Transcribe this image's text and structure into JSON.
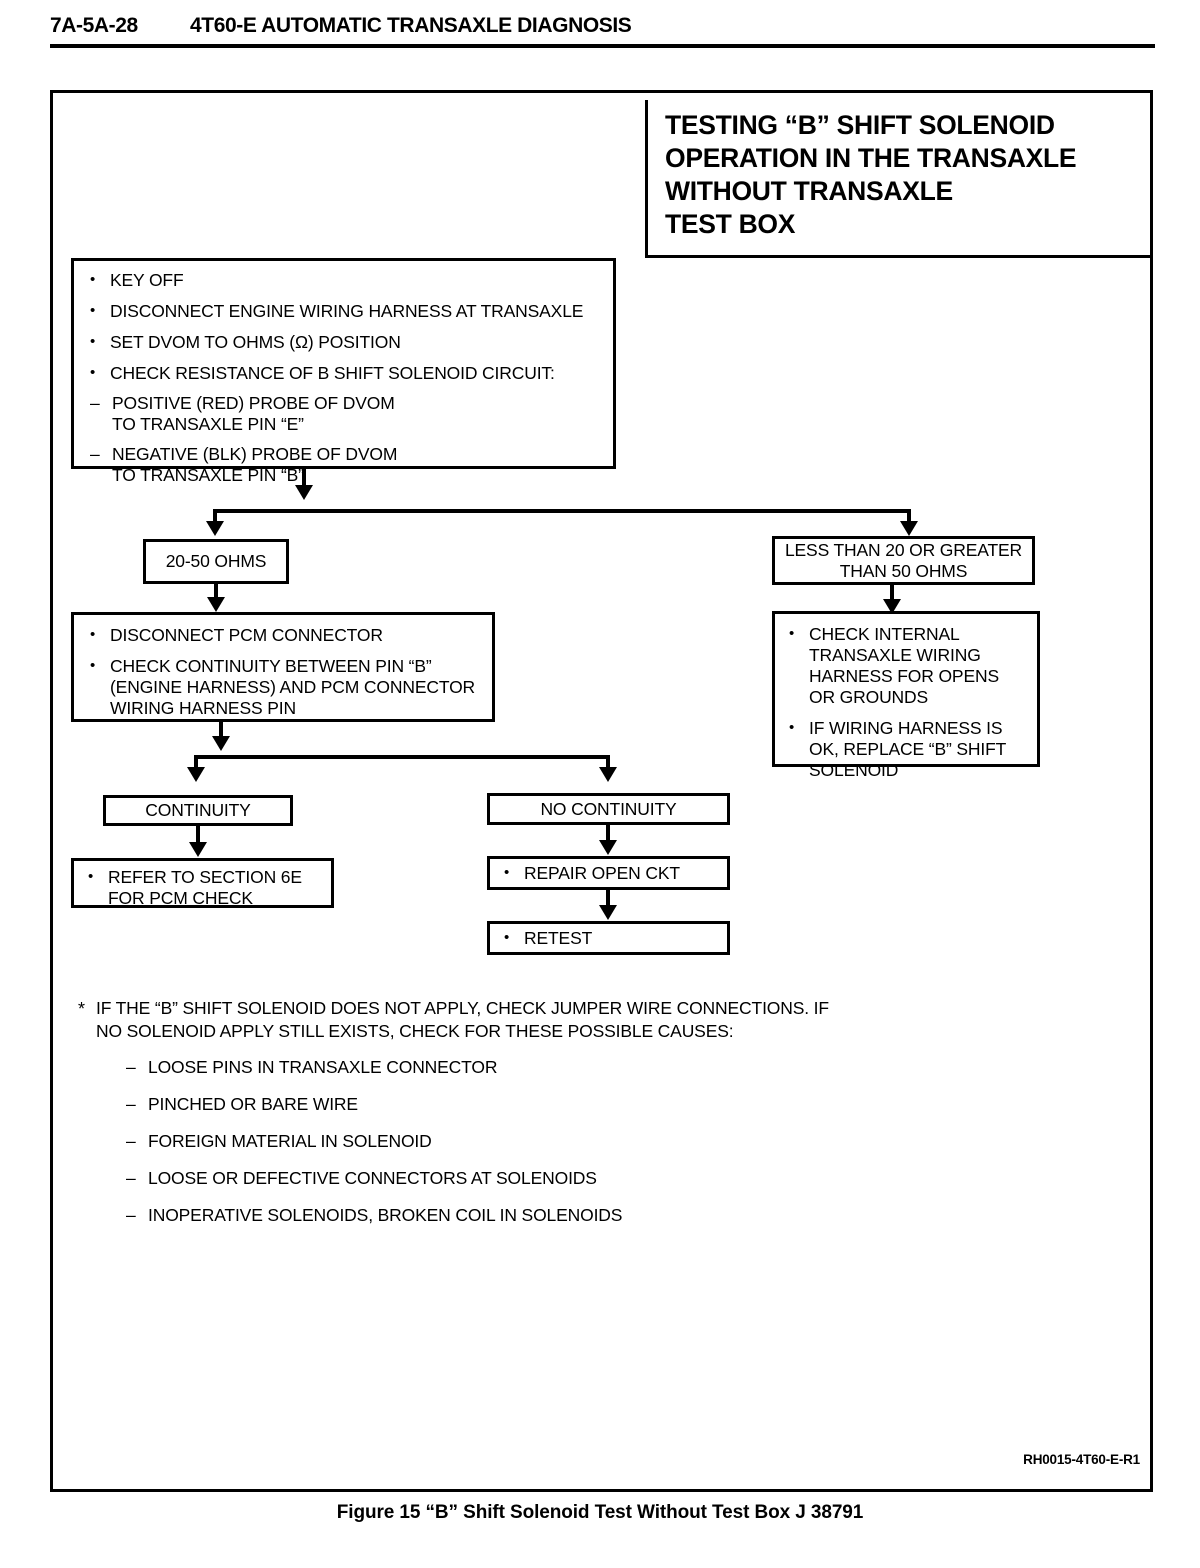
{
  "header": {
    "folio": "7A-5A-28",
    "title": "4T60-E AUTOMATIC TRANSAXLE DIAGNOSIS"
  },
  "figure": {
    "title_lines": [
      "TESTING “B” SHIFT SOLENOID",
      "OPERATION IN THE TRANSAXLE",
      "WITHOUT TRANSAXLE",
      "TEST BOX"
    ],
    "drawing_number": "RH0015-4T60-E-R1",
    "caption": "Figure 15 “B” Shift Solenoid Test Without Test Box J 38791"
  },
  "flow": {
    "start_box": {
      "bullets": [
        "KEY OFF",
        "DISCONNECT ENGINE WIRING HARNESS AT TRANSAXLE",
        "SET DVOM TO OHMS (Ω) POSITION",
        "CHECK RESISTANCE OF B SHIFT SOLENOID CIRCUIT:"
      ],
      "sub_items": [
        {
          "line1": "POSITIVE (RED) PROBE OF DVOM",
          "line2": "TO TRANSAXLE PIN “E”"
        },
        {
          "line1": "NEGATIVE (BLK) PROBE OF DVOM",
          "line2": "TO TRANSAXLE PIN “B”"
        }
      ]
    },
    "result_left": "20-50 OHMS",
    "result_right_line1": "LESS THAN 20 OR GREATER",
    "result_right_line2": "THAN 50 OHMS",
    "action_left": {
      "bullet1": "DISCONNECT PCM CONNECTOR",
      "bullet2_line1": "CHECK CONTINUITY BETWEEN PIN “B”",
      "bullet2_line2": "(ENGINE HARNESS) AND PCM CONNECTOR",
      "bullet2_line3": "WIRING HARNESS PIN"
    },
    "action_right": {
      "bullet1_line1": "CHECK INTERNAL",
      "bullet1_line2": "TRANSAXLE WIRING",
      "bullet1_line3": "HARNESS FOR OPENS",
      "bullet1_line4": "OR GROUNDS",
      "bullet2_line1": "IF WIRING HARNESS IS",
      "bullet2_line2": "OK, REPLACE “B” SHIFT",
      "bullet2_line3": "SOLENOID"
    },
    "continuity": "CONTINUITY",
    "no_continuity": "NO CONTINUITY",
    "refer_line1": "REFER TO SECTION 6E",
    "refer_line2": "FOR PCM CHECK",
    "repair": "REPAIR OPEN CKT",
    "retest": "RETEST"
  },
  "footnote": {
    "lead_line1": "IF THE “B” SHIFT SOLENOID DOES NOT APPLY, CHECK JUMPER WIRE CONNECTIONS. IF",
    "lead_line2": "NO SOLENOID APPLY STILL EXISTS, CHECK FOR THESE POSSIBLE CAUSES:",
    "causes": [
      "LOOSE PINS IN TRANSAXLE CONNECTOR",
      "PINCHED OR BARE WIRE",
      "FOREIGN MATERIAL IN SOLENOID",
      "LOOSE OR DEFECTIVE CONNECTORS AT SOLENOIDS",
      "INOPERATIVE SOLENOIDS, BROKEN COIL IN SOLENOIDS"
    ]
  }
}
